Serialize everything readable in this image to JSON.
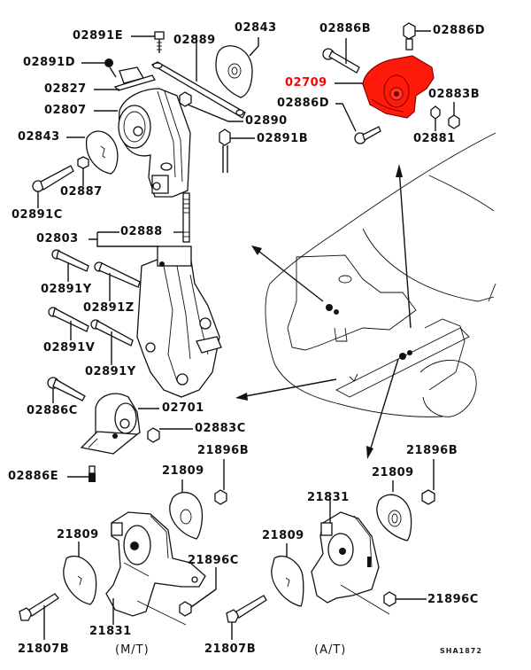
{
  "diagram": {
    "title": "Engine mount parts diagram",
    "highlight_color": "#ff0000",
    "reference_code": "SHA1872",
    "captions": {
      "manual": "(M/T)",
      "automatic": "(A/T)"
    },
    "labels": {
      "p02891E": "02891E",
      "p02889": "02889",
      "p02843_top": "02843",
      "p02891D": "02891D",
      "p02827": "02827",
      "p02807": "02807",
      "p02890": "02890",
      "p02843_left": "02843",
      "p02891B": "02891B",
      "p02887": "02887",
      "p02891C": "02891C",
      "p02888": "02888",
      "p02803": "02803",
      "p02891Y_top": "02891Y",
      "p02891Z": "02891Z",
      "p02891V": "02891V",
      "p02891Y_bottom": "02891Y",
      "p02886C": "02886C",
      "p02701": "02701",
      "p02883C": "02883C",
      "p02886E": "02886E",
      "p02886B": "02886B",
      "p02886D_top": "02886D",
      "p02709": "02709",
      "p02886D_mid": "02886D",
      "p02883B": "02883B",
      "p02881": "02881",
      "p21896B_left": "21896B",
      "p21809_mt_top": "21809",
      "p21809_mt_left": "21809",
      "p21896C_mt": "21896C",
      "p21831_mt": "21831",
      "p21807B_left": "21807B",
      "p21807B_mid": "21807B",
      "p21896B_right": "21896B",
      "p21809_at_top": "21809",
      "p21831_at": "21831",
      "p21809_at_left": "21809",
      "p21896C_at": "21896C"
    }
  }
}
